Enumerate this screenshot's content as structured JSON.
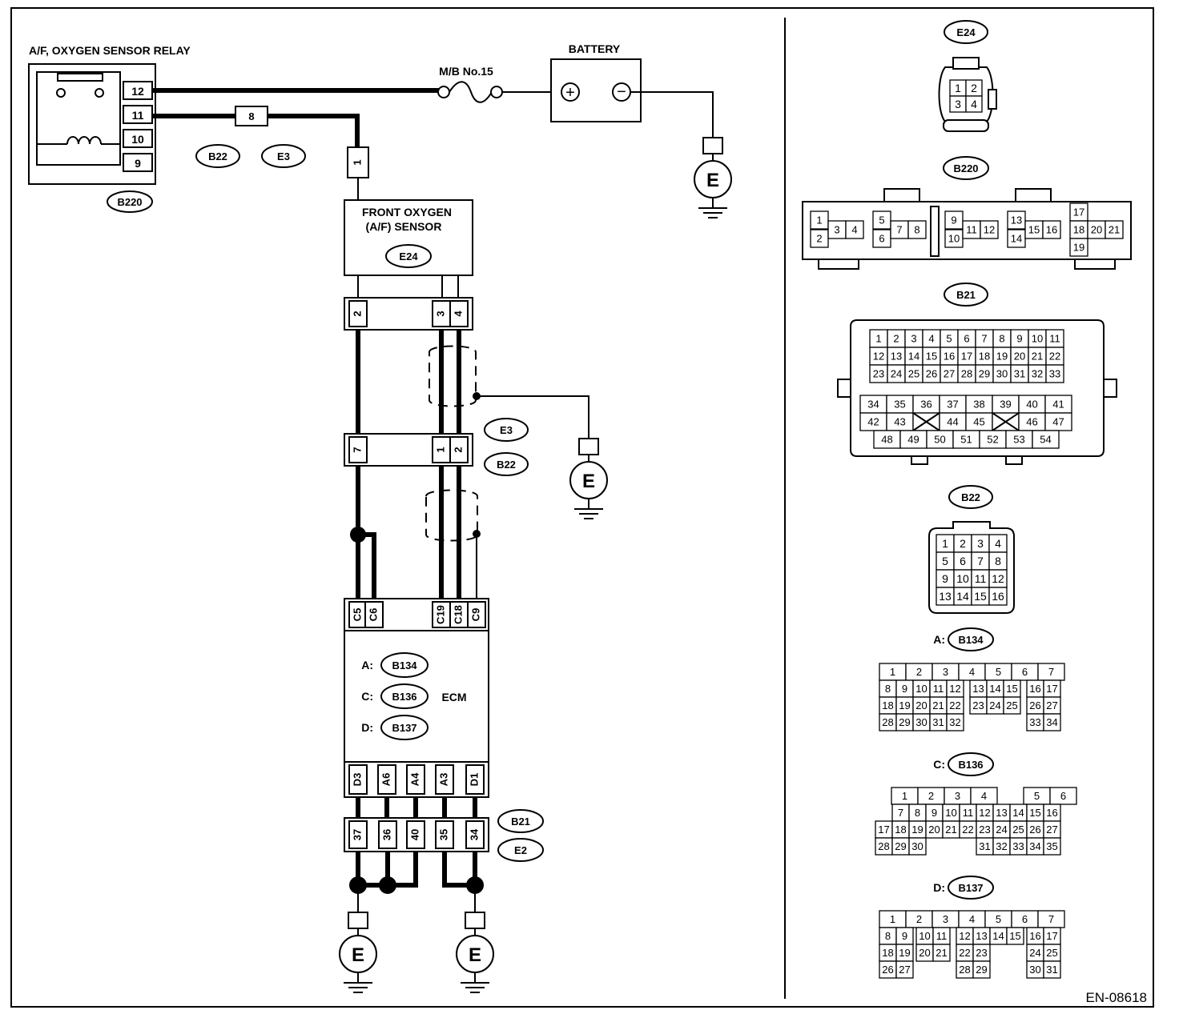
{
  "relay": {
    "title": "A/F, OXYGEN SENSOR RELAY",
    "pins": [
      "12",
      "11",
      "10",
      "9"
    ],
    "connector": "B220"
  },
  "fuse": {
    "label": "M/B No.15"
  },
  "battery": {
    "label": "BATTERY",
    "plus": "+",
    "minus": "−"
  },
  "ground": {
    "symbol": "E"
  },
  "joint": {
    "pin": "8",
    "tags": [
      "B22",
      "E3"
    ]
  },
  "sensor_plug": {
    "pin": "1"
  },
  "sensor": {
    "title_line1": "FRONT OXYGEN",
    "title_line2": "(A/F) SENSOR",
    "connector": "E24"
  },
  "conn_sensor_pins": [
    "2",
    "3",
    "4"
  ],
  "conn_mid_pins": [
    "7",
    "1",
    "2"
  ],
  "mid_tags": [
    "E3",
    "B22"
  ],
  "ecm": {
    "label": "ECM",
    "top_pins": [
      "C5",
      "C6",
      "C19",
      "C18",
      "C9"
    ],
    "bottom_pins": [
      "D3",
      "A6",
      "A4",
      "A3",
      "D1"
    ],
    "connectors": [
      {
        "prefix": "A:",
        "name": "B134"
      },
      {
        "prefix": "C:",
        "name": "B136"
      },
      {
        "prefix": "D:",
        "name": "B137"
      }
    ]
  },
  "conn_bottom": {
    "pins": [
      "37",
      "36",
      "40",
      "35",
      "34"
    ],
    "tags": [
      "B21",
      "E2"
    ]
  },
  "right_panel": {
    "e24": {
      "label": "E24",
      "rows": [
        [
          "1",
          "2"
        ],
        [
          "3",
          "4"
        ]
      ]
    },
    "b220": {
      "label": "B220",
      "groups": [
        [
          "1",
          "2",
          "3",
          "4"
        ],
        [
          "5",
          "6",
          "7",
          "8"
        ],
        [
          "9",
          "10",
          "11",
          "12"
        ],
        [
          "13",
          "14",
          "15",
          "16"
        ],
        [
          "17",
          "18",
          "19",
          "20",
          "21"
        ]
      ]
    },
    "b21": {
      "label": "B21",
      "upper_rows": [
        [
          "1",
          "2",
          "3",
          "4",
          "5",
          "6",
          "7",
          "8",
          "9",
          "10",
          "11"
        ],
        [
          "12",
          "13",
          "14",
          "15",
          "16",
          "17",
          "18",
          "19",
          "20",
          "21",
          "22"
        ],
        [
          "23",
          "24",
          "25",
          "26",
          "27",
          "28",
          "29",
          "30",
          "31",
          "32",
          "33"
        ]
      ],
      "lower_rows": [
        [
          "34",
          "35",
          "36",
          "37",
          "38",
          "39",
          "40",
          "41"
        ],
        [
          "42",
          "43",
          "",
          "44",
          "45",
          "",
          "46",
          "47"
        ],
        [
          "48",
          "49",
          "50",
          "51",
          "52",
          "53",
          "54"
        ]
      ]
    },
    "b22": {
      "label": "B22",
      "rows": [
        [
          "1",
          "2",
          "3",
          "4"
        ],
        [
          "5",
          "6",
          "7",
          "8"
        ],
        [
          "9",
          "10",
          "11",
          "12"
        ],
        [
          "13",
          "14",
          "15",
          "16"
        ]
      ]
    },
    "b134": {
      "prefix": "A:",
      "label": "B134",
      "rows": [
        [
          "1",
          "2",
          "3",
          "4",
          "5",
          "6",
          "7"
        ],
        [
          "8",
          "9",
          "10",
          "11",
          "12",
          "13",
          "14",
          "15",
          "16",
          "17"
        ],
        [
          "18",
          "19",
          "20",
          "21",
          "22",
          "23",
          "24",
          "25",
          "26",
          "27"
        ],
        [
          "28",
          "29",
          "30",
          "31",
          "32",
          "33",
          "34"
        ]
      ]
    },
    "b136": {
      "prefix": "C:",
      "label": "B136",
      "rows": [
        [
          "1",
          "2",
          "3",
          "4",
          "5",
          "6"
        ],
        [
          "7",
          "8",
          "9",
          "10",
          "11",
          "12",
          "13",
          "14",
          "15",
          "16"
        ],
        [
          "17",
          "18",
          "19",
          "20",
          "21",
          "22",
          "23",
          "24",
          "25",
          "26",
          "27"
        ],
        [
          "28",
          "29",
          "30",
          "31",
          "32",
          "33",
          "34",
          "35"
        ]
      ]
    },
    "b137": {
      "prefix": "D:",
      "label": "B137",
      "rows": [
        [
          "1",
          "2",
          "3",
          "4",
          "5",
          "6",
          "7"
        ],
        [
          "8",
          "9",
          "10",
          "11",
          "12",
          "13",
          "14",
          "15",
          "16",
          "17"
        ],
        [
          "18",
          "19",
          "20",
          "21",
          "22",
          "23",
          "24",
          "25"
        ],
        [
          "26",
          "27",
          "28",
          "29",
          "30",
          "31"
        ]
      ]
    }
  },
  "figure_id": "EN-08618"
}
